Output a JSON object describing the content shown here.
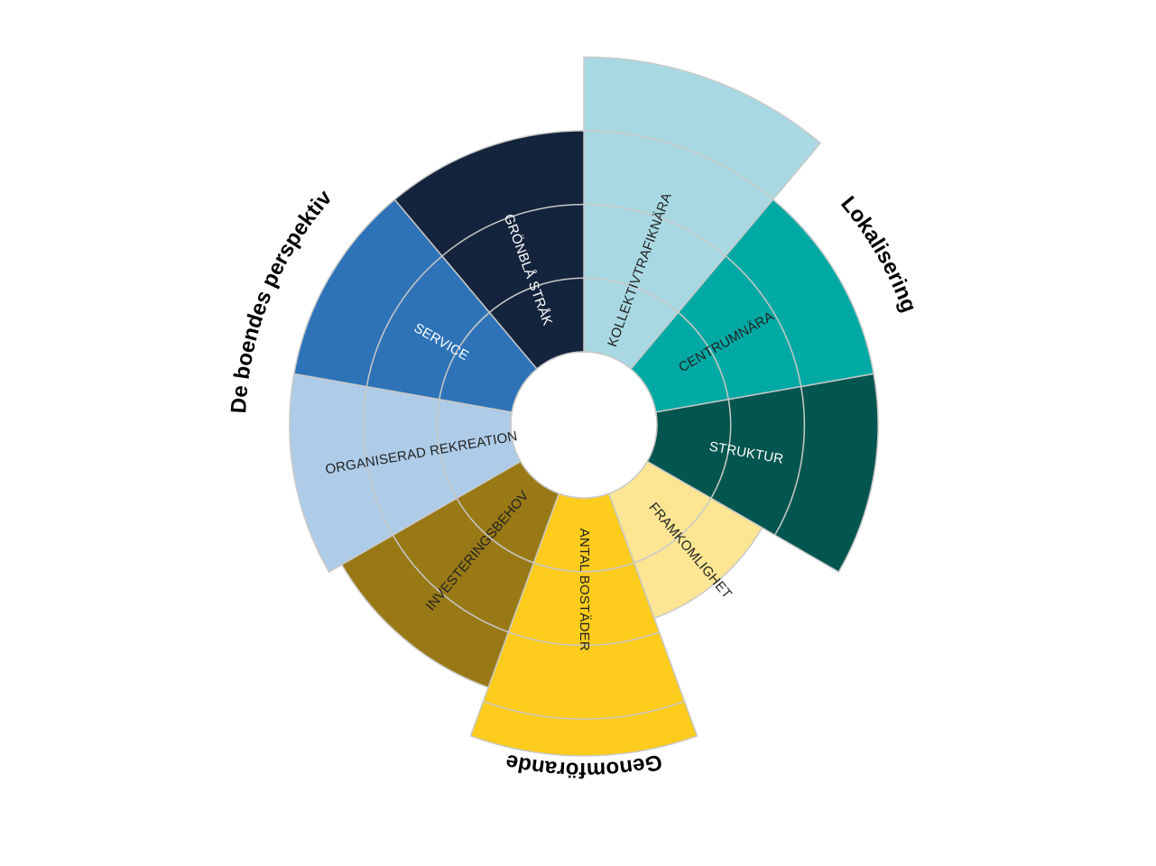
{
  "chart_data": {
    "type": "polar-area",
    "title": "",
    "rings": [
      1,
      2,
      3
    ],
    "max_value": 4,
    "segments": [
      {
        "label": "KOLLEKTIVTRAFIKNÄRA",
        "value": 4.0,
        "color": "#a8d9e2",
        "text_color": "#222222"
      },
      {
        "label": "CENTRUMNÄRA",
        "value": 3.0,
        "color": "#00a9a4",
        "text_color": "#222222"
      },
      {
        "label": "STRUKTUR",
        "value": 3.0,
        "color": "#03554f",
        "text_color": "#ffffff"
      },
      {
        "label": "FRAMKOMLIGHET",
        "value": 1.8,
        "color": "#fce693",
        "text_color": "#222222"
      },
      {
        "label": "ANTAL BOSTÄDER",
        "value": 3.5,
        "color": "#fdcc1c",
        "text_color": "#222222"
      },
      {
        "label": "INVESTERINGSBEHOV",
        "value": 2.8,
        "color": "#987915",
        "text_color": "#222222"
      },
      {
        "label": "ORGANISERAD REKREATION",
        "value": 3.0,
        "color": "#aecce8",
        "text_color": "#222222"
      },
      {
        "label": "SERVICE",
        "value": 3.0,
        "color": "#2e73b8",
        "text_color": "#ffffff"
      },
      {
        "label": "GRÖNBLÅ STRÅK",
        "value": 3.0,
        "color": "#14243c",
        "text_color": "#ffffff"
      }
    ],
    "groups": [
      {
        "label": "Lokalisering"
      },
      {
        "label": "Genomförande"
      },
      {
        "label": "De boendes perspektiv"
      }
    ]
  }
}
